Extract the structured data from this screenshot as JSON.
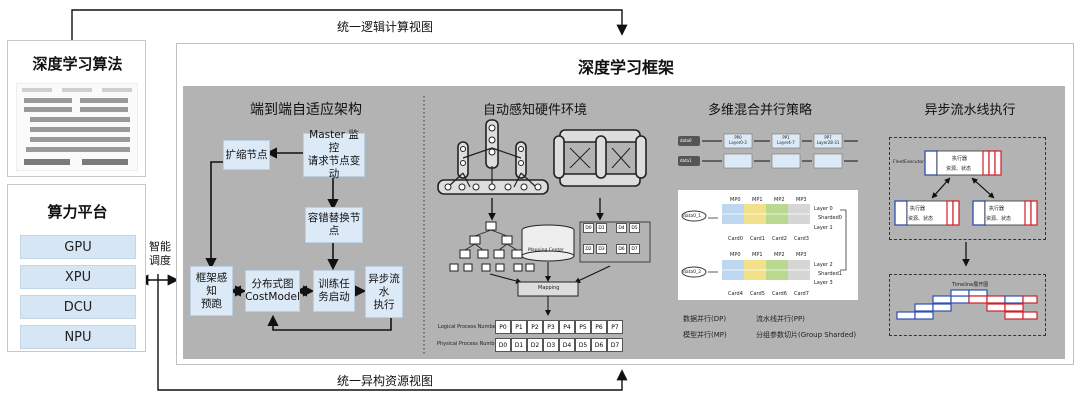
{
  "top_flow_label": "统一逻辑计算视图",
  "bottom_flow_label": "统一异构资源视图",
  "algo_panel": {
    "title": "深度学习算法"
  },
  "compute_panel": {
    "title": "算力平台",
    "items": [
      "GPU",
      "XPU",
      "DCU",
      "NPU"
    ]
  },
  "scheduling_label": "智能\n调度",
  "framework": {
    "title": "深度学习框架",
    "e2e": {
      "title": "端到端自适应架构",
      "expand": "扩缩节点",
      "master": "Master 监控\n请求节点变\n动",
      "replace": "容错替换节\n点",
      "perception": "框架感\n知\n预跑",
      "costmodel": "分布式图\nCostModel",
      "train": "训练任\n务启动",
      "async": "异步流\n水\n执行"
    },
    "hw": {
      "title": "自动感知硬件环境",
      "mapping_center": "Mapping Center",
      "mapping": "Mapping",
      "logical_label": "Logical Process Number",
      "physical_label": "Physical Process Number",
      "logical": [
        "P0",
        "P1",
        "P2",
        "P3",
        "P4",
        "P5",
        "P6",
        "P7"
      ],
      "physical": [
        "D0",
        "D1",
        "D2",
        "D3",
        "D4",
        "D5",
        "D6",
        "D7"
      ],
      "node_labels": [
        "D0",
        "D1",
        "D4",
        "D5",
        "D2",
        "D3",
        "D6",
        "D7"
      ]
    },
    "parallel": {
      "title": "多维混合并行策略",
      "pipeline_nodes": [
        "PP0\nLayer0-3",
        "PP1\nLayer4-7",
        "PP7\nLayer28-31"
      ],
      "data_labels": [
        "data0",
        "data1"
      ],
      "mp_header": [
        "MP0",
        "MP1",
        "MP2",
        "MP3"
      ],
      "cards_top": [
        "Card0",
        "Card1",
        "Card2",
        "Card3"
      ],
      "cards_bottom": [
        "Card4",
        "Card5",
        "Card6",
        "Card7"
      ],
      "inner_data": [
        "data0_1",
        "data0_2"
      ],
      "layer_labels_top": [
        "Layer 0",
        "Sharded0",
        "Layer 1"
      ],
      "layer_labels_bottom": [
        "Layer 2",
        "Sharded1",
        "Layer 3"
      ],
      "legend": [
        "数据并行(DP)",
        "流水线并行(PP)",
        "模型并行(MP)",
        "分组参数切片(Group Sharded)"
      ]
    },
    "pipeline": {
      "title": "异步流水线执行",
      "fleet": "FleetExecutor",
      "executor": "执行器",
      "executor_sub": "资源、状态",
      "timeline": "Timeline展开图"
    }
  },
  "colors": {
    "panel_gray": "#b3b3b3",
    "box_blue": "#dce9f6",
    "mp_blue": "#bcd7ef",
    "mp_yellow": "#f3e08a",
    "mp_green": "#b9d98f",
    "mp_gray": "#d6d6d6",
    "timeline_red": "#d0202a",
    "timeline_blue": "#2f4fb0"
  }
}
